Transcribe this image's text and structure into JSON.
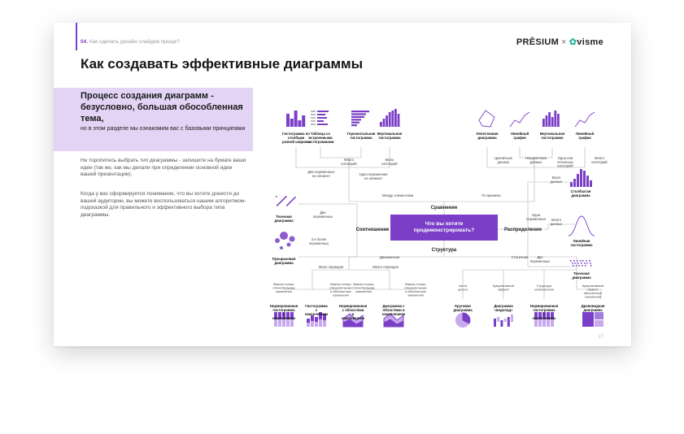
{
  "header": {
    "chapter_num": "04.",
    "chapter_text": "Как сделать дизайн слайдов проще?",
    "logo_left": "PRĒSIUM",
    "logo_sep": "×",
    "logo_right": "visme"
  },
  "title": "Как создавать эффективные диаграммы",
  "highlight": {
    "title": "Процесс создания диаграмм - безусловно, большая обособленная тема,",
    "subtitle": "но в этом разделе мы ознакомим вас с базовыми принципами"
  },
  "paragraphs": [
    "Не торопитесь выбрать тип диаграммы - запишите на бумаге ваши идеи (так же, как мы делали при определении основной идеи вашей презентации).",
    "Когда у вас сформируется понимание, что вы хотите донести до вашей аудитории, вы можете воспользоваться нашим алгоритмом-подсказкой для правильного и эффективного выбора типа диаграммы."
  ],
  "page_number": "27",
  "colors": {
    "accent": "#7b3fc7",
    "light": "#e3d4f5",
    "connector": "#b0b0b0"
  },
  "diagram": {
    "center": "Что вы хотите продемонстрировать?",
    "categories": {
      "comparison": "Сравнение",
      "relation": "Соотношение",
      "distribution": "Распределение",
      "structure": "Структура"
    },
    "top_charts": [
      "Гистограмма по столбцам разной ширины",
      "Таблица со встроенными гистограммами",
      "Горизонтальная гистограмма",
      "Вертикальная гистограмма",
      "Лепестковая диаграмма",
      "Линейный график",
      "Вертикальная гистограмма",
      "Линейный график"
    ],
    "top_labels": {
      "two_vars": "Две переменные на элемент",
      "one_var": "Одна переменная на элемент",
      "many_cat": "Много категорий",
      "few_cat": "Мало категорий",
      "cyclic": "Цикличные данные",
      "noncyclic": "Нецикличные данные",
      "one_or_few": "Одна или несколько категорий",
      "many_cat2": "Много категорий",
      "between": "Между элементами",
      "over_time": "По времени"
    },
    "relation_charts": [
      "Точечная диаграмма",
      "Пузырьковая диаграмма"
    ],
    "relation_labels": {
      "two_vars": "Две переменных",
      "three_plus": "3 и более переменных"
    },
    "distribution_charts": [
      "Столбчатая диаграмма",
      "Линейная гистограмма",
      "Точечная диаграмма"
    ],
    "distribution_labels": {
      "one_var": "Одна переменная",
      "few_data": "Мало данных",
      "many_data": "Много данных",
      "two_vars": "Две переменных"
    },
    "structure_labels": {
      "dynamic": "Динамичная",
      "static": "Статичная",
      "few_periods": "Мало периодов",
      "many_periods": "Много периодов",
      "rel_only_1": "Важны только относительные изменения",
      "rel_abs_1": "Важны только относительные и абсолютные изменения",
      "rel_only_2": "Важны только относительные изменения",
      "rel_abs_2": "Важны только относительные и абсолютные изменения",
      "parts": "Части целого",
      "cumulative": "Кумулятивный эффект",
      "components": "Структура компонентов",
      "cumul_abs": "Кумулятивный эффект, абсолютные изменения"
    },
    "bottom_charts": [
      "Нормированная гистограмма с накоплением",
      "Гистограмма с накоплением",
      "Нормированная с областями и накоплением",
      "Диаграмма с областями и накоплением",
      "Круговая диаграмма",
      "Диаграмма «водопад»",
      "Нормированная гистограмма с накоплением",
      "Древовидная диаграмма"
    ]
  }
}
